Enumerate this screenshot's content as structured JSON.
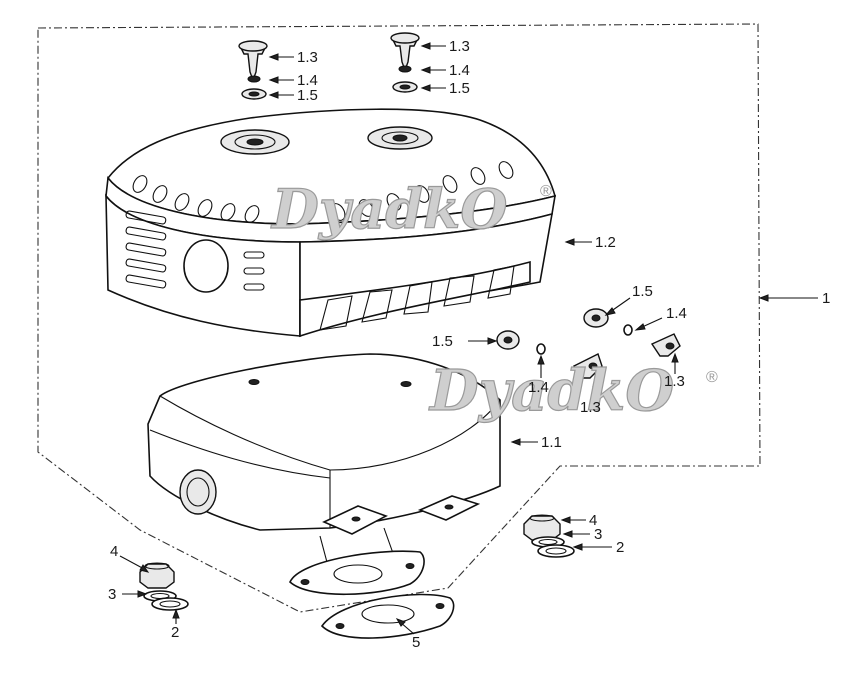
{
  "diagram": {
    "labels": {
      "assembly": "1",
      "muffler_body": "1.1",
      "heat_shield": "1.2",
      "screw_top_left": "1.3",
      "washer_top_left": "1.4",
      "spring_washer_top_left": "1.5",
      "screw_top_right": "1.3",
      "washer_top_right": "1.4",
      "spring_washer_top_right": "1.5",
      "side_washer_1_5_a": "1.5",
      "side_washer_1_4_a": "1.4",
      "side_screw_1_3_a": "1.3",
      "side_washer_1_5_b": "1.5",
      "side_washer_1_4_b": "1.4",
      "side_screw_1_3_b": "1.3",
      "nut_left": "4",
      "spring_washer_left": "3",
      "flat_washer_left": "2",
      "nut_right": "4",
      "spring_washer_right": "3",
      "flat_washer_right": "2",
      "gasket": "5"
    },
    "watermark": {
      "text": "DyadkO",
      "registered": "®"
    }
  }
}
